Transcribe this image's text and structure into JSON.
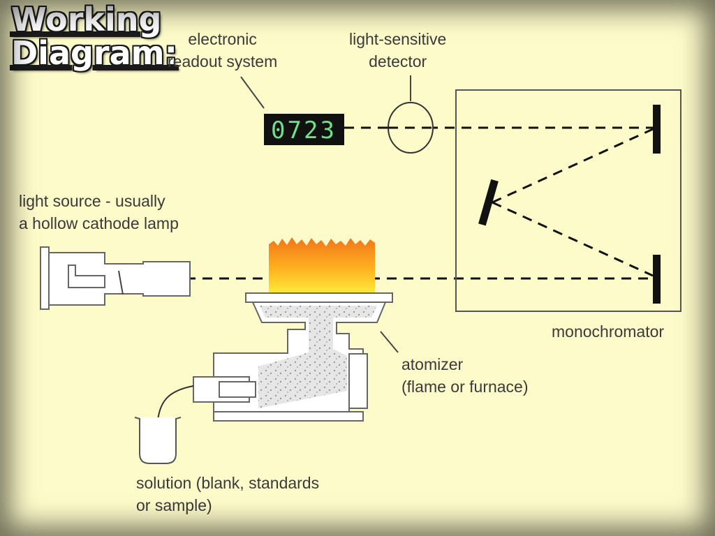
{
  "title": {
    "line1": "Working",
    "line2": "Diagram:"
  },
  "readout": {
    "value": "0723"
  },
  "labels": {
    "readout_system": [
      "electronic",
      "readout system"
    ],
    "detector": [
      "light-sensitive",
      "detector"
    ],
    "light_source": [
      "light source - usually",
      "a hollow cathode lamp"
    ],
    "monochromator": "monochromator",
    "atomizer": [
      "atomizer",
      "(flame or furnace)"
    ],
    "solution": [
      "solution (blank, standards",
      "or sample)"
    ]
  },
  "colors": {
    "background": "#fdfbc9",
    "readout_bg": "#111111",
    "readout_digits": "#6fe08a",
    "flame_top": "#f07a1a",
    "flame_bottom": "#ffe23a",
    "particles": "#e4e4e4"
  }
}
